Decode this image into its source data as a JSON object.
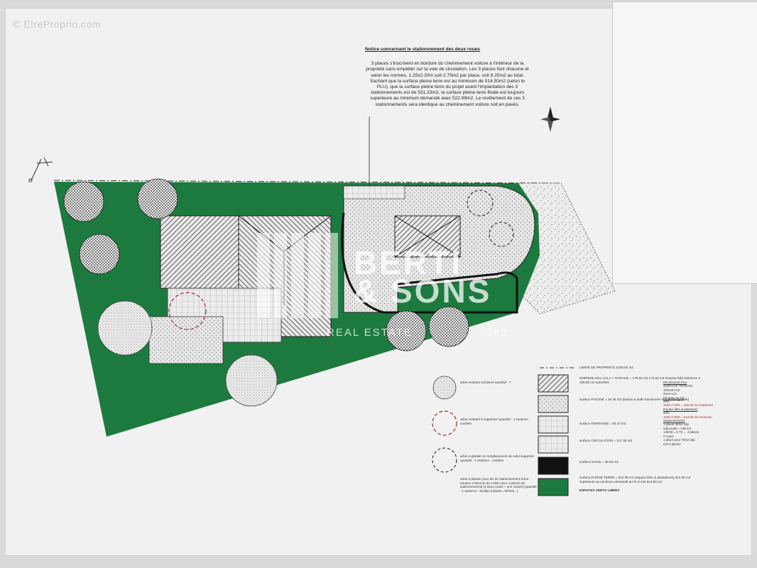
{
  "watermark_top": "© EtreProprio.com",
  "brand": {
    "line1": "BERTI",
    "line2": "& SONS",
    "tagline": "REAL ESTATE",
    "year": "962"
  },
  "note": {
    "title": "Notice concernant le stationnement des deux roues",
    "body": "3 places s'inscrivent en bordure du cheminement voiture à l'intérieur de la propriété sans empiéter sur la voie de circulation. Les 3 places font chacune et selon les normes, 1.25x2.20m soit 2.75m2 par place, soit 8.25m2 au total. Sachant que la surface pleine terre est au minimum de 514.50m2 (selon le PLU), que la surface pleine terre du projet avant l'implantation des 3 stationnements est de 531.23m2, la surface pleine terre finale est toujours supérieure au minimum demandé avec 522.98m2. Le revêtement de ces 3 stationnements sera identique au cheminement voiture soit en pavés."
  },
  "trees_legend": [
    {
      "text": "arbre existant conservé quantité : 7"
    },
    {
      "text": "arbre existant à supprimer quantité : 1 essence : conifère"
    },
    {
      "text": "arbre à planter en remplacement de celui supprimé quantité : 1 essence : conifère"
    },
    {
      "text": "arbre à planter pour dix de stationnement d'une hauteur minimum de 2.00m pour 4 places de stationnements (3 deux roues + une voiture) quantité : 1 essence : feuillus (oliviers, chênes...)"
    }
  ],
  "surfaces_legend": {
    "limit": "LIMITE DE PROPRIETE 1029.00 m2",
    "items": [
      {
        "text": "EMPRISE SOL VILLA + GARAGE = 175.94 m2 172.94 m2 emprise bâti intérieure ≤ 205.80 m2 autorisée"
      },
      {
        "text": "surface PISCINE = 26.48 m2 (bassin & dalle fractionnée non aménageable)"
      },
      {
        "text": "surface TERRASSE = 83.37 m2"
      },
      {
        "text": "surface CIRCULATION = 217.30 m2"
      },
      {
        "text": "surface murets = 26.03 m2"
      },
      {
        "text": "surface PLEINE TERRE = 522.98 m2 (espace libre & plantations) 522.98 m2 supérieure au minimum demandé au PLU soit 514.50 m2"
      }
    ],
    "footer": "ESPACES VERTS LIBRES"
  },
  "plu": {
    "title": "Récolement PLU",
    "lines": [
      "SURFACE TERRAIN",
      "1029.00 m2",
      "Zone Ucs",
      "Emprise au sol",
      "20%",
      "1029 X 20% = 205.80 m2 maximum",
      "Espace libre & plantation",
      "50%",
      "1029 X 50% = 514.50 m2 minimum",
      "Stationnements",
      "1 place/ 40m2 sdp",
      "sdp projet = 149 m2",
      "149/40 = 3.73 → 4 places",
      "2 roues",
      "1 place pour 70m2 sdp",
      "soit 3 places"
    ]
  },
  "colors": {
    "lawn": "#1d7a3f",
    "paper": "#f1f1f1",
    "black": "#111111",
    "red_dash": "#a02b2b"
  }
}
